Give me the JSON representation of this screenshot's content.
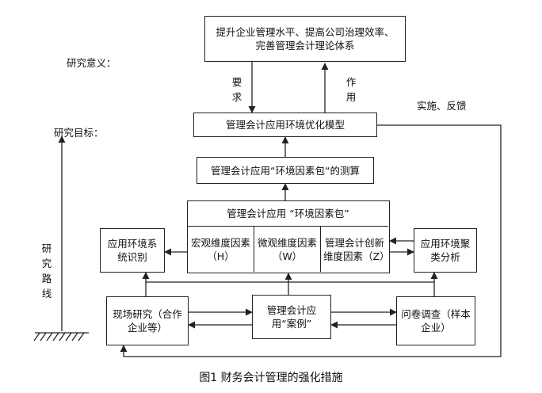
{
  "left_labels": {
    "significance": "研究意义：",
    "goal": "研究目标：",
    "path": "研究路线"
  },
  "top_box": {
    "line1": "提升企业管理水平、提高公司治理效率、",
    "line2": "完善管理会计理论体系"
  },
  "labels": {
    "require": "要求",
    "effect": "作用",
    "feedback": "实施、反馈"
  },
  "model_box": "管理会计应用环境优化模型",
  "measure_box": "管理会计应用“环境因素包“的测算",
  "package": {
    "header": "管理会计应用 “环境因素包”",
    "macro": "宏观维度因素（H）",
    "micro": "微观维度因素（W）",
    "management": "管理会计创新维度因素（Z）"
  },
  "identify_box": "应用环境系统识别",
  "cluster_box": "应用环境聚类分析",
  "field_box": "现场研究（合作企业等）",
  "case_box": "管理会计应用“案例”",
  "survey_box": "问卷调查（样本企业）",
  "caption": "图1  财务会计管理的强化措施"
}
